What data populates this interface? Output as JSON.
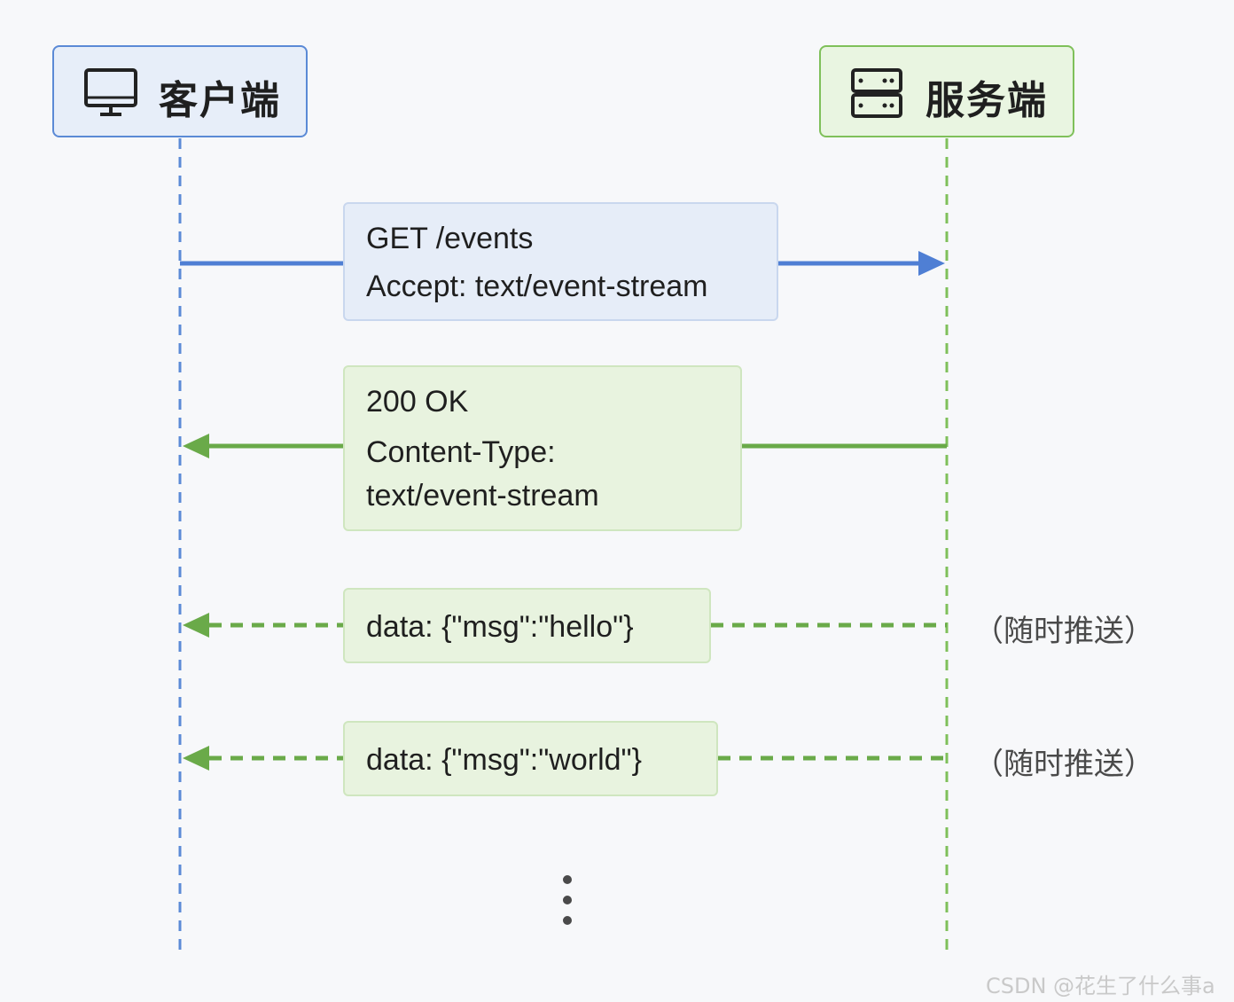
{
  "colors": {
    "client_accent": "#5b8ad6",
    "server_accent": "#7fc05a",
    "request_arrow": "#4f7fd4",
    "response_arrow": "#6aaa49"
  },
  "client": {
    "label": "客户端",
    "icon": "monitor-icon"
  },
  "server": {
    "label": "服务端",
    "icon": "server-icon"
  },
  "request": {
    "line1": "GET  /events",
    "line2": "Accept:  text/event-stream"
  },
  "response": {
    "line1": "200 OK",
    "line2": "Content-Type:",
    "line3": "text/event-stream"
  },
  "events": [
    {
      "text": "data:  {\"msg\":\"hello\"}",
      "note": "（随时推送）"
    },
    {
      "text": "data:  {\"msg\":\"world\"}",
      "note": "（随时推送）"
    }
  ],
  "continuation": "more-events-ellipsis",
  "watermark": "CSDN @花生了什么事a"
}
